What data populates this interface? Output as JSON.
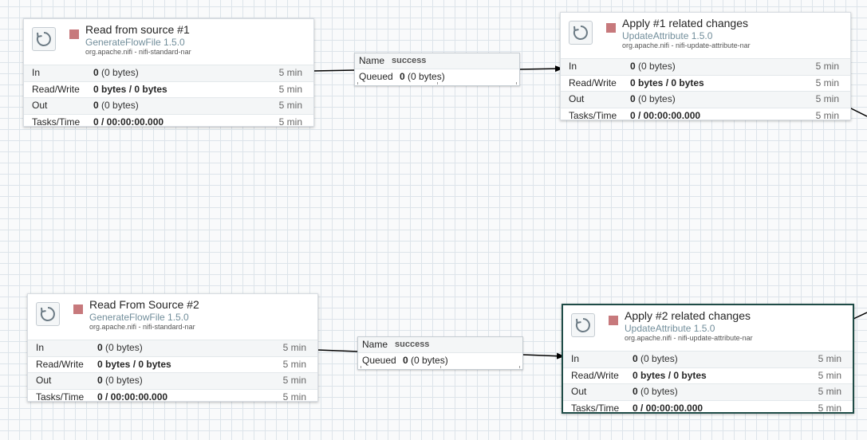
{
  "processors": [
    {
      "id": "p1",
      "name": "Read from source #1",
      "type": "GenerateFlowFile 1.5.0",
      "bundle": "org.apache.nifi - nifi-standard-nar",
      "stats": [
        {
          "label": "In",
          "value": "0",
          "paren": "(0 bytes)",
          "time": "5 min"
        },
        {
          "label": "Read/Write",
          "value": "0 bytes / 0 bytes",
          "paren": "",
          "time": "5 min"
        },
        {
          "label": "Out",
          "value": "0",
          "paren": "(0 bytes)",
          "time": "5 min"
        },
        {
          "label": "Tasks/Time",
          "value": "0 / 00:00:00.000",
          "paren": "",
          "time": "5 min"
        }
      ]
    },
    {
      "id": "p2",
      "name": "Apply #1 related changes",
      "type": "UpdateAttribute 1.5.0",
      "bundle": "org.apache.nifi - nifi-update-attribute-nar",
      "stats": [
        {
          "label": "In",
          "value": "0",
          "paren": "(0 bytes)",
          "time": "5 min"
        },
        {
          "label": "Read/Write",
          "value": "0 bytes / 0 bytes",
          "paren": "",
          "time": "5 min"
        },
        {
          "label": "Out",
          "value": "0",
          "paren": "(0 bytes)",
          "time": "5 min"
        },
        {
          "label": "Tasks/Time",
          "value": "0 / 00:00:00.000",
          "paren": "",
          "time": "5 min"
        }
      ]
    },
    {
      "id": "p3",
      "name": "Read From Source #2",
      "type": "GenerateFlowFile 1.5.0",
      "bundle": "org.apache.nifi - nifi-standard-nar",
      "stats": [
        {
          "label": "In",
          "value": "0",
          "paren": "(0 bytes)",
          "time": "5 min"
        },
        {
          "label": "Read/Write",
          "value": "0 bytes / 0 bytes",
          "paren": "",
          "time": "5 min"
        },
        {
          "label": "Out",
          "value": "0",
          "paren": "(0 bytes)",
          "time": "5 min"
        },
        {
          "label": "Tasks/Time",
          "value": "0 / 00:00:00.000",
          "paren": "",
          "time": "5 min"
        }
      ]
    },
    {
      "id": "p4",
      "name": "Apply #2 related changes",
      "type": "UpdateAttribute 1.5.0",
      "bundle": "org.apache.nifi - nifi-update-attribute-nar",
      "stats": [
        {
          "label": "In",
          "value": "0",
          "paren": "(0 bytes)",
          "time": "5 min"
        },
        {
          "label": "Read/Write",
          "value": "0 bytes / 0 bytes",
          "paren": "",
          "time": "5 min"
        },
        {
          "label": "Out",
          "value": "0",
          "paren": "(0 bytes)",
          "time": "5 min"
        },
        {
          "label": "Tasks/Time",
          "value": "0 / 00:00:00.000",
          "paren": "",
          "time": "5 min"
        }
      ]
    }
  ],
  "connections": [
    {
      "name_label": "Name",
      "name_value": "success",
      "queued_label": "Queued",
      "queued_count": "0",
      "queued_size": "(0 bytes)"
    },
    {
      "name_label": "Name",
      "name_value": "success",
      "queued_label": "Queued",
      "queued_count": "0",
      "queued_size": "(0 bytes)"
    }
  ],
  "colors": {
    "run_state_stopped": "#c7797c",
    "selected_border": "#1f4c47",
    "type_text": "#728e9b",
    "canvas_grid": "#dde4ea"
  },
  "icons": {
    "processor": "processor-icon",
    "run_state": "stopped-icon"
  }
}
